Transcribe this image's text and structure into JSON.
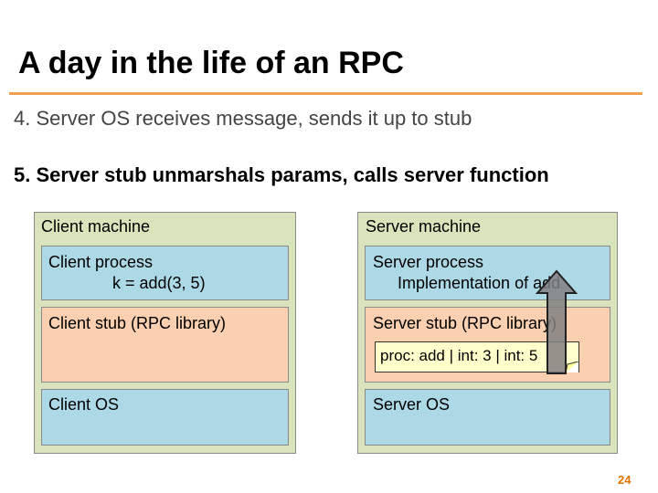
{
  "slide": {
    "title": "A day in the life of an RPC",
    "step4": "4.   Server OS receives message, sends it up to stub",
    "step5": "5.   Server stub unmarshals params, calls server function",
    "page_number": "24"
  },
  "client_machine": {
    "label": "Client machine",
    "process_label": "Client process",
    "process_code": "k = add(3, 5)",
    "stub_label": "Client stub (RPC library)",
    "os_label": "Client OS"
  },
  "server_machine": {
    "label": "Server machine",
    "process_label": "Server process",
    "process_detail": "Implementation of add",
    "stub_label": "Server stub (RPC library)",
    "message": "proc: add | int: 3 | int: 5",
    "os_label": "Server OS"
  },
  "colors": {
    "machine_bg": "#d9e4bd",
    "process_bg": "#add8e6",
    "stub_bg": "#fad0b0",
    "message_bg": "#ffffcc",
    "accent_rule": "#f0a050",
    "arrow_fill": "#808080"
  }
}
